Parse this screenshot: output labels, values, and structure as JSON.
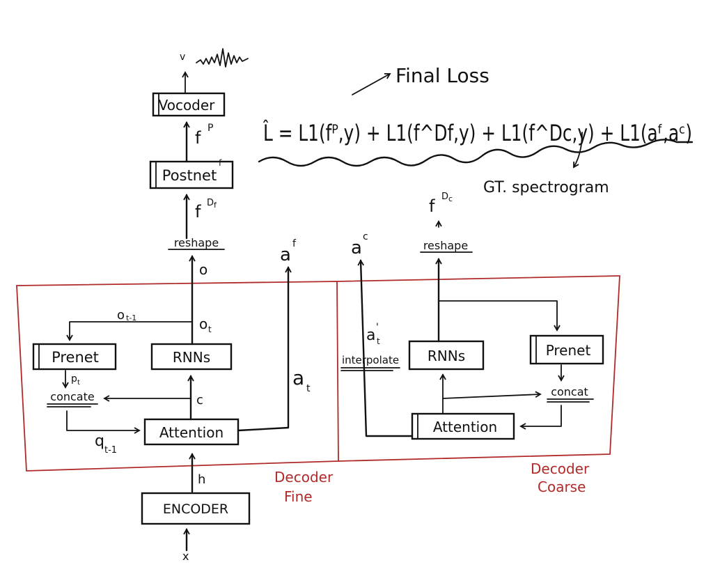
{
  "colors": {
    "ink": "#111111",
    "decoder_border": "#b02a2a",
    "background": "#ffffff"
  },
  "blocks": {
    "vocoder": "Vocoder",
    "postnet": "Postnet",
    "postnet_superscript": "f",
    "encoder": "ENCODER",
    "fine_prenet": "Prenet",
    "fine_rnns": "RNNs",
    "fine_attention": "Attention",
    "coarse_prenet": "Prenet",
    "coarse_rnns": "RNNs",
    "coarse_attention": "Attention"
  },
  "ops": {
    "reshape_fine": "reshape",
    "reshape_coarse": "reshape",
    "concat_fine": "concate",
    "concat_coarse": "concat",
    "interpolate": "interpolate"
  },
  "signals": {
    "v": "v",
    "fp_base": "f",
    "fp_sup": "P",
    "fdf_base": "f",
    "fdf_sup": "D",
    "fdf_subsup": "f",
    "fdc_base": "f",
    "fdc_sup": "D",
    "fdc_subsup": "c",
    "o": "o",
    "ot": "o",
    "ot_sub": "t",
    "ot1": "o",
    "ot1_sub": "t-1",
    "af": "a",
    "af_sup": "f",
    "ac": "a",
    "ac_sup": "c",
    "at": "a",
    "at_sub": "t",
    "at_prime": "a",
    "at_prime_sup": "'",
    "at_prime_sub": "t",
    "pt": "p",
    "pt_sub": "t",
    "c": "c",
    "qt1": "q",
    "qt1_sub": "t-1",
    "h": "h",
    "x": "x"
  },
  "labels": {
    "final_loss": "Final Loss",
    "loss_equation": "L̂ = L1(fᴾ,y) + L1(f^Df,y) + L1(f^Dc,y) + L1(aᶠ,aᶜ)",
    "gt_spectrogram": "GT. spectrogram",
    "decoder_fine_1": "Decoder",
    "decoder_fine_2": "Fine",
    "decoder_coarse_1": "Decoder",
    "decoder_coarse_2": "Coarse"
  }
}
